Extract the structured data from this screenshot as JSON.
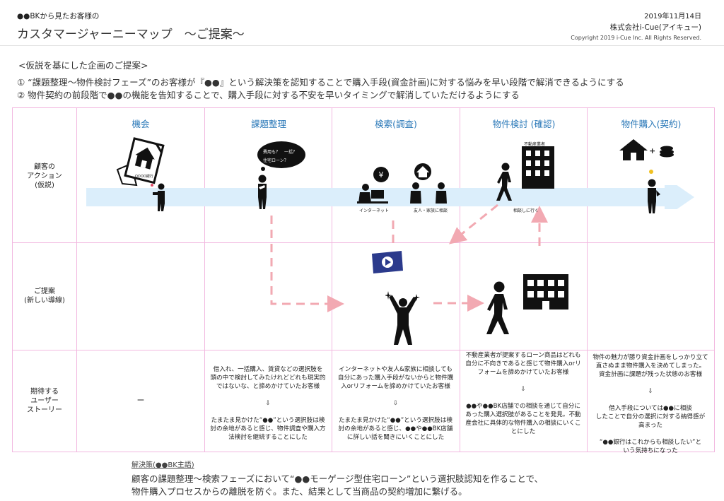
{
  "header": {
    "subtitle": "●●BKから見たお客様の",
    "title": "カスタマージャーニーマップ　～ご提案～",
    "date": "2019年11月14日",
    "company": "株式会社i-Cue(アイキュー)",
    "copyright": "Copyright 2019 i-Cue Inc. All Rights Reserved."
  },
  "proposal": {
    "heading": "<仮説を基にした企画のご提案>",
    "line1": "① “課題整理～物件検討フェーズ”のお客様が『●●』という解決策を認知することで購入手段(資金計画)に対する悩みを早い段階で解消できるようにする",
    "line2": "② 物件契約の前段階で●●の機能を告知することで、購入手段に対する不安を早いタイミングで解消していただけるようにする"
  },
  "columns": [
    "機会",
    "課題整理",
    "検索(調査)",
    "物件検討 (確認)",
    "物件購入(契約)"
  ],
  "rows": {
    "action": "顧客の\nアクション\n(仮説)",
    "proposal": "ご提案\n(新しい導線)",
    "story": "期待する\nユーザー\nストーリー"
  },
  "captions": {
    "bubble": "費用も？　一括？\n住宅ローン？",
    "internet": "インターネット",
    "friends": "友人・家族に相談",
    "realestate": "不動産業者",
    "consult": "相談しに行く",
    "flyer": "OOOO銀行"
  },
  "stories": {
    "col1": "ー",
    "col2": "借入れ、一括購入、賃貸などの選択肢を\n頭の中で検討してみたけれどどれも現実的\nではないな、と諦めかけていたお客様\n\n⇩\n\nたまたま見かけた“●●”という選択肢は検\n討の余地があると感じ、物件調査や購入方\n法検討を継続することにした",
    "col3": "インターネットや友人&家族に相談しても\n自分にあった購入手段がないからと物件購\n入orリフォームを諦めかけていたお客様\n\n⇩\n\nたまたま見かけた“●●”という選択肢は検\n討の余地があると感じ、●●や●●BK店舗\nに詳しい話を聞きにいくことにした",
    "col4": "不動産業者が提案するローン商品はどれも\n自分に不向きであると感じて物件購入orリ\nフォームを諦めかけていたお客様\n\n⇩\n\n●●や●●BK店舗での相談を通じて自分に\nあった購入選択肢があることを発見。不動\n産会社に具体的な物件購入の相談にいくこ\nとにした",
    "col5": "物件の魅力が勝り資金計画をしっかり立て\n直さぬまま物件購入を決めてしまった。\n資金計画に課題が残った状態のお客様\n\n⇩\n\n借入手段については●●に相談\nしたことで自分の選択に対する納得感が\n高まった\n\n“●●銀行はこれからも相談したい”と\nいう気持ちになった"
  },
  "solution": {
    "heading": "解決策(●●BK主語)",
    "line1": "顧客の課題整理～検索フェーズにおいて“●●モーゲージ型住宅ローン”という選択肢認知を作ることで、",
    "line2": "物件購入プロセスからの離脱を防ぐ。また、結果として当商品の契約増加に繋げる。"
  },
  "colors": {
    "grid": "#f2b8e0",
    "column_header": "#2a78b8",
    "arrow_band": "#dbeefb",
    "dashed_arrow": "#f2a9b2",
    "tablet": "#2b3a8c"
  }
}
